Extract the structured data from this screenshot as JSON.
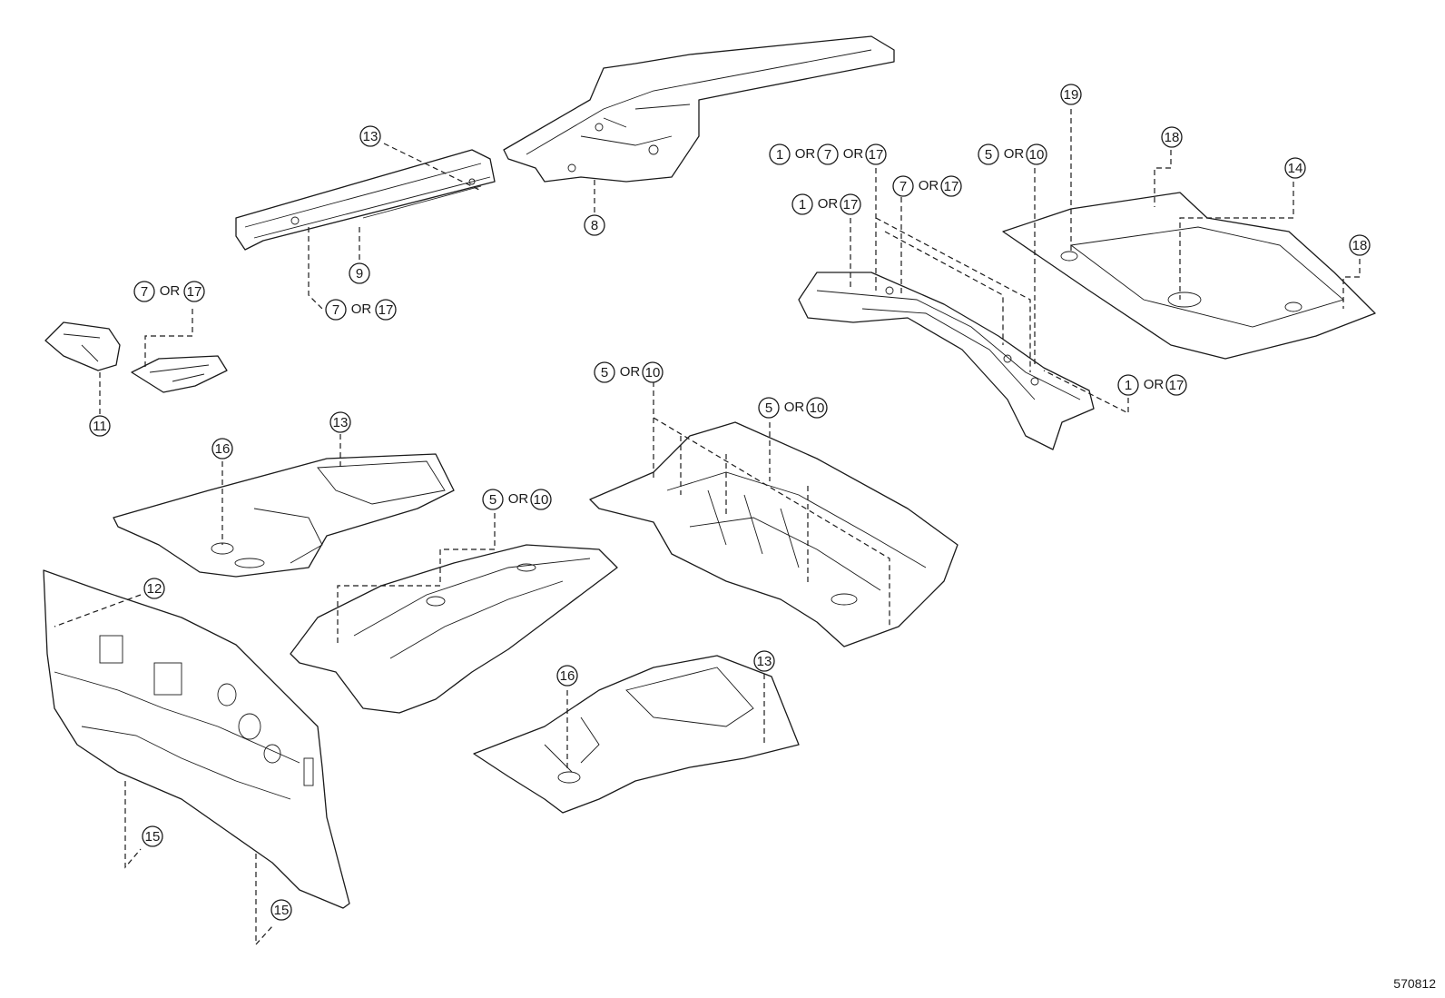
{
  "figure_id": "570812",
  "connector": "OR",
  "callouts": {
    "c_13_top": [
      "13"
    ],
    "c_8": [
      "8"
    ],
    "c_9": [
      "9"
    ],
    "c_7or17_a": [
      "7",
      "17"
    ],
    "c_7or17_b": [
      "7",
      "17"
    ],
    "c_11": [
      "11"
    ],
    "c_1or7or17": [
      "1",
      "7",
      "17"
    ],
    "c_1or17_a": [
      "1",
      "17"
    ],
    "c_7or17_c": [
      "7",
      "17"
    ],
    "c_5or10_a": [
      "5",
      "10"
    ],
    "c_19": [
      "19"
    ],
    "c_18_a": [
      "18"
    ],
    "c_14": [
      "14"
    ],
    "c_18_b": [
      "18"
    ],
    "c_1or17_b": [
      "1",
      "17"
    ],
    "c_16_a": [
      "16"
    ],
    "c_13_b": [
      "13"
    ],
    "c_5or10_b": [
      "5",
      "10"
    ],
    "c_5or10_c": [
      "5",
      "10"
    ],
    "c_5or10_d": [
      "5",
      "10"
    ],
    "c_12": [
      "12"
    ],
    "c_16_b": [
      "16"
    ],
    "c_13_c": [
      "13"
    ],
    "c_15_a": [
      "15"
    ],
    "c_15_b": [
      "15"
    ]
  }
}
